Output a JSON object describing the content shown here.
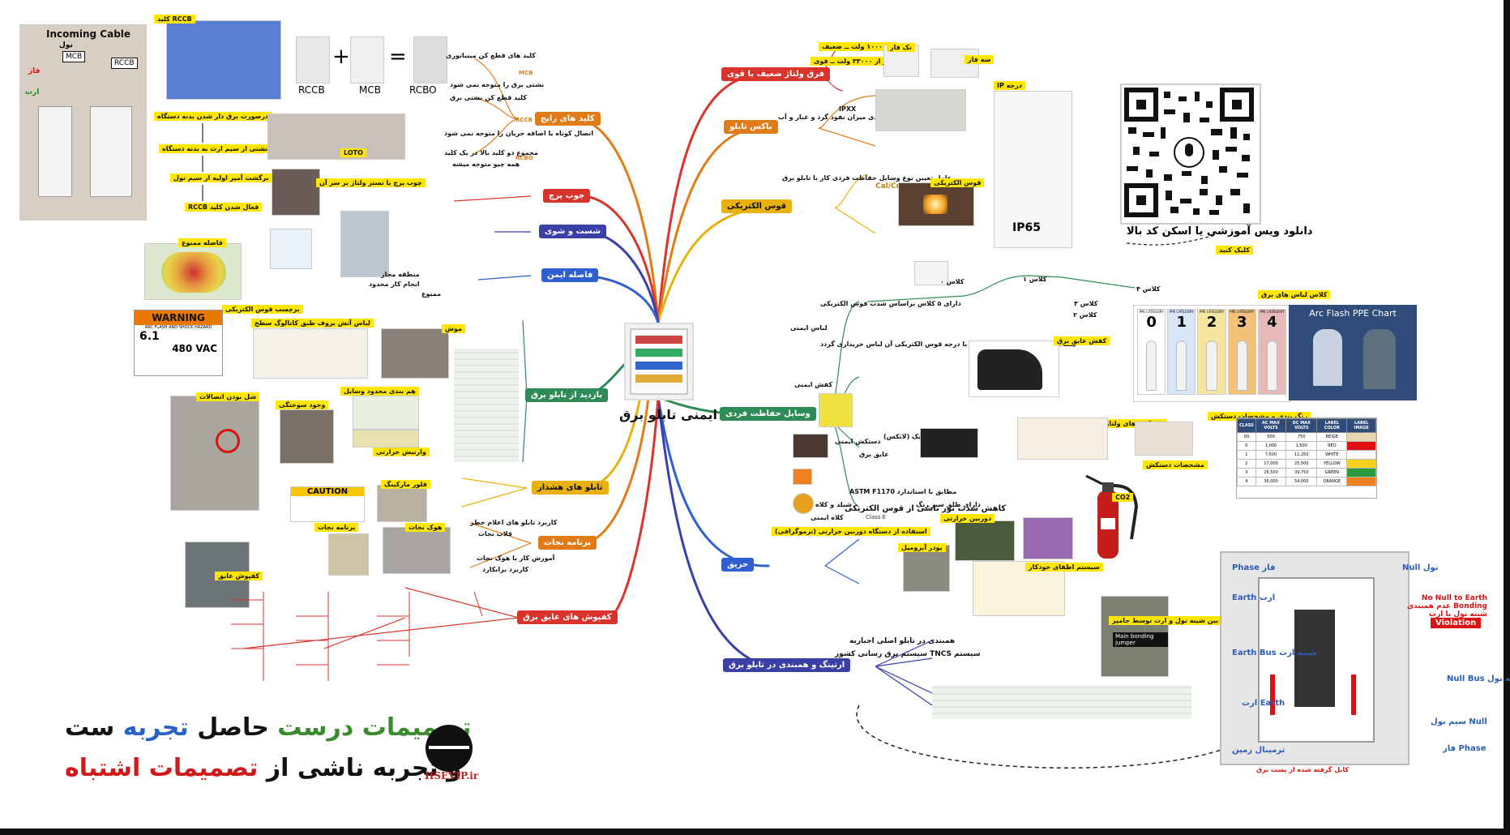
{
  "center": {
    "title": "ایمنی تابلو برق"
  },
  "branches_right": [
    {
      "label": "فرق ولتاژ ضعیف با قوی",
      "color": "#d9332b"
    },
    {
      "label": "باکس تابلو",
      "color": "#e07b18"
    },
    {
      "label": "قوس الکتریکی",
      "color": "#e8b10e"
    },
    {
      "label": "وسایل حفاظت فردی",
      "color": "#2e8b57"
    },
    {
      "label": "حریق",
      "color": "#2f5fd0"
    },
    {
      "label": "ارتینگ و همبندی در تابلو برق",
      "color": "#3b3fa8"
    }
  ],
  "branches_left": [
    {
      "label": "کلید های رایج",
      "color": "#e07b18"
    },
    {
      "label": "چوب پرچ",
      "color": "#d9332b"
    },
    {
      "label": "شست و شوی",
      "color": "#3b3fa8"
    },
    {
      "label": "فاصله ایمن",
      "color": "#2f5fd0"
    },
    {
      "label": "بازدید از تابلو برق",
      "color": "#2e8b57"
    },
    {
      "label": "تابلو های هشدار",
      "color": "#e8b10e"
    },
    {
      "label": "برنامه نجات",
      "color": "#e07b18"
    },
    {
      "label": "کفپوش های عایق برق",
      "color": "#d9332b"
    }
  ],
  "switch_images": {
    "rccb": "RCCB",
    "mcb": "MCB",
    "rcbo": "RCBO",
    "plus": "+",
    "equals": "="
  },
  "incoming": {
    "title": "Incoming Cable",
    "mcb": "MCB",
    "rccb": "RCCB",
    "nol": "نول",
    "phase": "فاز",
    "earth": "ارت"
  },
  "switch_notes": [
    "کلید های قطع کن مینیاتوری",
    "نشتی برق را متوجه نمی شود",
    "کلید قطع کن نشتی برق",
    "اتصال کوتاه یا اضافه جریان را متوجه نمی شود",
    "مجموع دو کلید بالا در یک کلید",
    "همه چیو متوجه میشه"
  ],
  "switch_sub": {
    "mcb": "MCB",
    "rccb": "RCCB",
    "rcbo": "RCBO"
  },
  "left_flow": [
    "درصورت برق دار شدن بدنه دستگاه",
    "برگشت نشتی از سیم ارت به بدنه دستگاه",
    "عدم برگشت آمپر اولیه از سیم نول",
    "فعال شدن کلید RCCB"
  ],
  "rccb_tag": "RCCB کلید",
  "loto": "LOTO",
  "rivet_note": "چوب پرچ با تستر ولتاژ بر سر آن",
  "safe_distance": "فاصله ممنوع",
  "safe_sub": [
    "منطقه مجاز",
    "انجام کار محدود",
    "ممنوع"
  ],
  "arc_sticker": "برچسب قوس الکتریکی",
  "warning": {
    "title": "WARNING",
    "sub": "ARC FLASH AND SHOCK HAZARD",
    "val1": "6.1",
    "val2": "480 VAC"
  },
  "arc_labels": "لباس آتش بروف طبق کاتالوگ سطح",
  "inspection_tags": [
    "شل بودن اتصالات",
    "وجود سوختگی",
    "هم بندی محدود وسایل",
    "وارنیش حرارتی",
    "موش"
  ],
  "caution": "CAUTION",
  "warning_tags": [
    "فلور مارکینگ",
    "هوک نجات",
    "برنامه نجات",
    "کفپوش عایق"
  ],
  "rescue_notes": [
    "کاربرد تابلو های اعلام خطر",
    "قلاب نجات",
    "آموزش کار با هوک نجات",
    "کاربرد برانکارد"
  ],
  "voltage_notes": [
    "زیر ۱۰۰۰ ولت ــ ضعیف",
    "بیشتر از ۳۳۰۰۰ ولت ــ قوی",
    "تک فاز",
    "سه فاز"
  ],
  "box_notes": [
    "IPXX",
    "طبقه بندی میزان نفوذ گرد و غبار و آب",
    "درجه IP"
  ],
  "arc_notes": [
    "عامل تعیین نوع وسایل حفاظت فردی کار با تابلو برق",
    "Cal/Cm2",
    "قوس الکتریکی"
  ],
  "ip_label": "IP65",
  "qr_caption": "دانلود ویس آموزشی یا اسکن کد بالا",
  "click_tag": "کلیک کنید",
  "ppe_notes": [
    "لباس ایمنی",
    "دارای ۵ کلاس براساس شدت قوس الکتریکی",
    "هنگام خریداری لباس باید متناسب با درجه قوس الکتریکی آن لباس خریداری گردد",
    "کفش ایمنی",
    "کفش عایق برق",
    "دستکش ایمنی",
    "عایق برق",
    "لاستیک (لاتکس)",
    "مطابق با استاندارد ASTM F1170",
    "کاهش شدت نور ناشی از قوس الکتریکی",
    "شیلد و کلاه",
    "دارای طلق سبز رنگ",
    "کلاه ایمنی",
    "Class E"
  ],
  "ppe_classes": [
    "کلاس ۰",
    "کلاس ۱",
    "کلاس ۲",
    "کلاس ۳",
    "کلاس ۴"
  ],
  "ppe_chart": {
    "title": "کلاس لباس های برق",
    "chart_title": "Arc Flash PPE Chart",
    "categories": [
      "0",
      "1",
      "2",
      "3",
      "4"
    ],
    "cat_label": "PPE CATEGORY"
  },
  "glove_tags": [
    "دستکش های ولتاژ بالا",
    "رنگ بندی و مشخصات دستکش",
    "مشخصات دستکش"
  ],
  "glove_table": {
    "headers": [
      "CLASS",
      "AC MAX VOLTS",
      "DC MAX VOLTS",
      "LABEL COLOR",
      "LABEL IMAGE"
    ],
    "rows": [
      [
        "00",
        "500",
        "750",
        "BEIGE"
      ],
      [
        "0",
        "1,000",
        "1,500",
        "RED"
      ],
      [
        "1",
        "7,500",
        "11,250",
        "WHITE"
      ],
      [
        "2",
        "17,000",
        "25,500",
        "YELLOW"
      ],
      [
        "3",
        "26,500",
        "39,750",
        "GREEN"
      ],
      [
        "4",
        "36,000",
        "54,000",
        "ORANGE"
      ]
    ]
  },
  "fire_notes": [
    "استفاده از دستگاه دوربین حرارتی (ترموگرافی)",
    "پودر آبرومیل",
    "دوربین حرارتی",
    "سیستم اطفای خودکار",
    "CO2"
  ],
  "earth_notes": [
    "همبندی در تابلو اصلی اجباریه",
    "سیستم TNCS سیستم برق رسانی کشور",
    "همبندی بین شینه نول و ارت توسط جامپر",
    "Main bonding jumper"
  ],
  "panel_labels": {
    "phase": "Phase فاز",
    "null": "Null نول",
    "earth": "Earth ارت",
    "earth_bus": "Earth Bus شینه ارت",
    "null_bus": "Null Bus شینه نول",
    "earth2": "ارت Earth",
    "null2": "سیم نول Null",
    "ground": "ترمینال زمین",
    "phase2": "فاز Phase",
    "no_null": "No Null to Earth Bonding عدم همبندی شینه نول با ارت",
    "violation": "Violation",
    "cable": "کابل گرفته شده از پست برق"
  },
  "quote": {
    "line1_a": "ست",
    "line1_b": "تجربه",
    "line1_c": "حاصل",
    "line1_d": "درست",
    "line1_e": "تصمیمات",
    "line2_a": "و تجربه ناشی از",
    "line2_b": "تصمیمات اشتباه"
  },
  "logo_text": "HSEVIP.ir",
  "colors": {
    "red": "#d9332b",
    "orange": "#e07b18",
    "yellow": "#e8b10e",
    "green": "#2e8b57",
    "blue": "#2f5fd0",
    "indigo": "#3b3fa8",
    "quote_green": "#3a8a2e",
    "quote_blue": "#2a63c8",
    "quote_red": "#d11a1a"
  }
}
